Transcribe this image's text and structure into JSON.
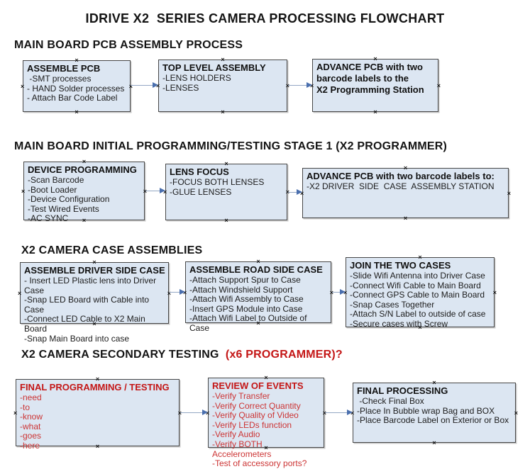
{
  "page_title": "IDRIVE X2  SERIES CAMERA PROCESSING FLOWCHART",
  "marker_glyph": "×",
  "colors": {
    "box_fill": "#dce6f2",
    "box_border": "#474747",
    "red_title": "#c41616",
    "red_item": "#cc3434",
    "arrow_line": "#94a7c4",
    "arrow_head": "#4a6fae"
  },
  "sections": [
    {
      "heading": "MAIN BOARD PCB ASSEMBLY PROCESS",
      "boxes": [
        {
          "title": "ASSEMBLE PCB",
          "items": [
            " -SMT processes",
            "- HAND Solder processes",
            "- Attach Bar Code Label"
          ]
        },
        {
          "title": "TOP LEVEL ASSEMBLY",
          "items": [
            "-LENS HOLDERS",
            "-LENSES"
          ]
        },
        {
          "title": "ADVANCE PCB with two\nbarcode labels to the\n X2 Programming Station",
          "items": []
        }
      ]
    },
    {
      "heading": "MAIN BOARD INITIAL PROGRAMMING/TESTING STAGE 1 (X2 PROGRAMMER)",
      "boxes": [
        {
          "title": "DEVICE PROGRAMMING",
          "items": [
            "-Scan Barcode",
            "-Boot Loader",
            "-Device Configuration",
            "-Test Wired Events",
            "-AC SYNC"
          ]
        },
        {
          "title": "LENS FOCUS",
          "items": [
            "-FOCUS BOTH LENSES",
            "-GLUE LENSES"
          ]
        },
        {
          "title": "ADVANCE PCB with two barcode labels to:",
          "items": [
            "-X2 DRIVER  SIDE  CASE  ASSEMBLY STATION"
          ]
        }
      ]
    },
    {
      "heading": "X2 CAMERA CASE ASSEMBLIES",
      "boxes": [
        {
          "title": "ASSEMBLE DRIVER SIDE CASE",
          "items": [
            "- Insert LED Plastic lens into Driver Case",
            "-Snap LED Board with Cable into Case",
            "-Connect LED Cable to X2 Main Board",
            "-Snap Main Board into case"
          ]
        },
        {
          "title": "ASSEMBLE ROAD SIDE CASE",
          "items": [
            "-Attach Support Spur to Case",
            "-Attach Windshield Support",
            "-Attach Wifi Assembly to Case",
            "-Insert GPS Module into Case",
            "-Attach Wifi Label to Outside of Case"
          ]
        },
        {
          "title": "JOIN THE TWO CASES",
          "items": [
            "-Slide Wifi Antenna into Driver Case",
            "-Connect Wifi Cable to Main Board",
            "-Connect GPS Cable to Main Board",
            "-Snap Cases Together",
            "-Attach S/N Label to outside of case",
            "-Secure cases with Screw"
          ]
        }
      ]
    },
    {
      "heading": "X2 CAMERA SECONDARY TESTING",
      "heading_suffix": "  (x6 PROGRAMMER)?",
      "boxes": [
        {
          "title": "FINAL PROGRAMMING / TESTING",
          "items": [
            "-need",
            "-to",
            "-know",
            "-what",
            "-goes",
            "-here"
          ]
        },
        {
          "title": "REVIEW OF EVENTS",
          "items": [
            "-Verify Transfer",
            "-Verify Correct Quantity",
            "-Verify Quality of Video",
            "-Verify LEDs function",
            "-Verify Audio",
            "-Verify BOTH Accelerometers",
            "-Test of accessory ports?"
          ]
        },
        {
          "title": "FINAL PROCESSING",
          "items": [
            " -Check Final Box",
            "-Place In Bubble wrap Bag and BOX",
            "-Place Barcode Label on Exterior or Box"
          ]
        }
      ]
    }
  ]
}
